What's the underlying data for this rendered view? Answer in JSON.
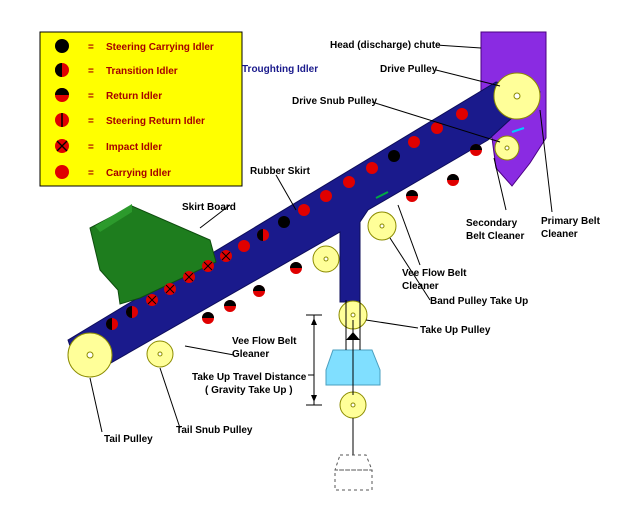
{
  "legend": {
    "equals": "=",
    "items": [
      {
        "label": "Steering Carrying Idler",
        "icon": "solid-black-circle-icon"
      },
      {
        "label": "Transition Idler",
        "icon": "half-black-red-circle-icon"
      },
      {
        "label": "Return Idler",
        "icon": "black-top-red-bottom-circle-icon"
      },
      {
        "label": "Steering Return Idler",
        "icon": "red-circle-vertical-line-icon"
      },
      {
        "label": "Impact Idler",
        "icon": "red-circle-x-icon"
      },
      {
        "label": "Carrying Idler",
        "icon": "solid-red-circle-icon"
      }
    ]
  },
  "labels": {
    "troughting_idler": "Troughting Idler",
    "head_chute": "Head (discharge) chute",
    "drive_pulley": "Drive Pulley",
    "drive_snub_pulley": "Drive Snub Pulley",
    "rubber_skirt": "Rubber Skirt",
    "skirt_board": "Skirt Board",
    "secondary_belt_cleaner_1": "Secondary",
    "secondary_belt_cleaner_2": "Belt Cleaner",
    "primary_belt_cleaner_1": "Primary Belt",
    "primary_belt_cleaner_2": "Cleaner",
    "vee_flow_upper_1": "Vee Flow Belt",
    "vee_flow_upper_2": "Cleaner",
    "band_pulley_take_up": "Band Pulley Take Up",
    "take_up_pulley": "Take Up Pulley",
    "vee_flow_lower_1": "Vee Flow Belt",
    "vee_flow_lower_2": "Gleaner",
    "take_up_travel_1": "Take Up Travel Distance",
    "take_up_travel_2": "( Gravity Take Up )",
    "tail_pulley": "Tail Pulley",
    "tail_snub_pulley": "Tail Snub Pulley"
  },
  "colors": {
    "legend_bg": "#ffff00",
    "belt": "#1a1a8c",
    "pulley": "#ffff99",
    "idler_red": "#e00000",
    "chute": "#8a2be2",
    "skirt_board": "#1e7d1e",
    "weight": "#80dfff"
  }
}
